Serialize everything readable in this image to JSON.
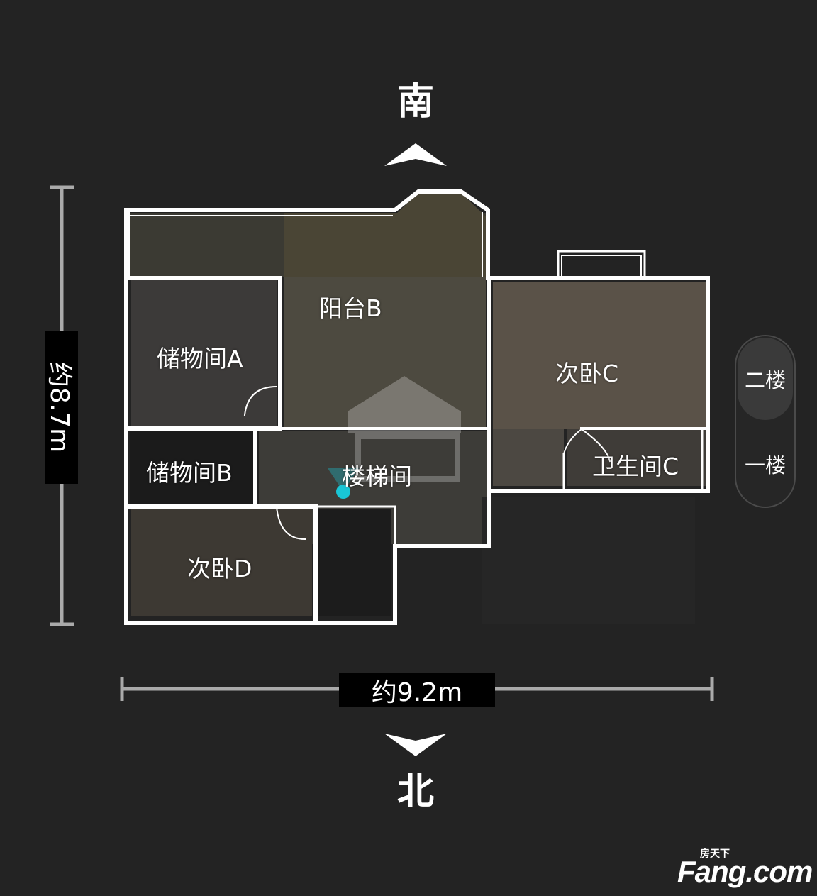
{
  "compass": {
    "south": "南",
    "north": "北"
  },
  "dimensions": {
    "height": "约8.7m",
    "width": "约9.2m"
  },
  "rooms": {
    "balcony_b": "阳台B",
    "storage_a": "储物间A",
    "storage_b": "储物间B",
    "bedroom_c": "次卧C",
    "bathroom_c": "卫生间C",
    "stairwell": "楼梯间",
    "bedroom_d": "次卧D"
  },
  "floor_switch": {
    "floors": [
      "二楼",
      "一楼"
    ],
    "selected": "二楼"
  },
  "watermark": {
    "logo_main": "Fang.com",
    "logo_sub": "房天下"
  },
  "colors": {
    "background": "#232323",
    "wall": "#ffffff",
    "position_marker": "#19c6d6"
  }
}
